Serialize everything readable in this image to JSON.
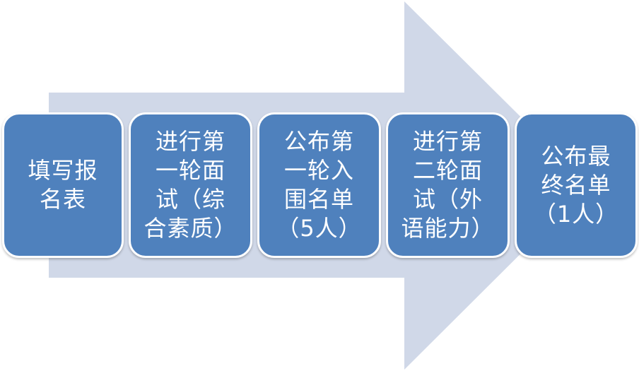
{
  "colors": {
    "arrow": "#d0d8e8",
    "box": "#4f81bd",
    "box_border": "#ffffff",
    "text": "#ffffff"
  },
  "steps": [
    {
      "label": "填写报\n名表"
    },
    {
      "label": "进行第\n一轮面\n试（综\n合素质）"
    },
    {
      "label": "公布第\n一轮入\n围名单\n（5人）"
    },
    {
      "label": "进行第\n二轮面\n试（外\n语能力）"
    },
    {
      "label": "公布最\n终名单\n（1人）"
    }
  ]
}
